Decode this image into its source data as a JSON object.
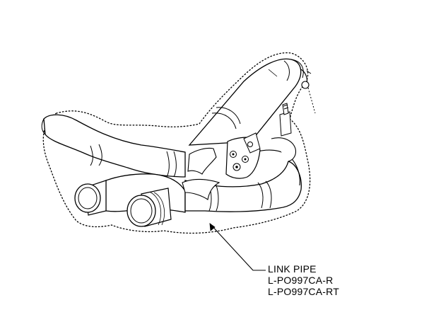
{
  "callout": {
    "part_name": "LINK PIPE",
    "part_numbers": [
      "L-PO997CA-R",
      "L-PO997CA-RT"
    ]
  },
  "colors": {
    "line": "#000000",
    "tint": "#bdbdbd",
    "background": "#ffffff"
  }
}
